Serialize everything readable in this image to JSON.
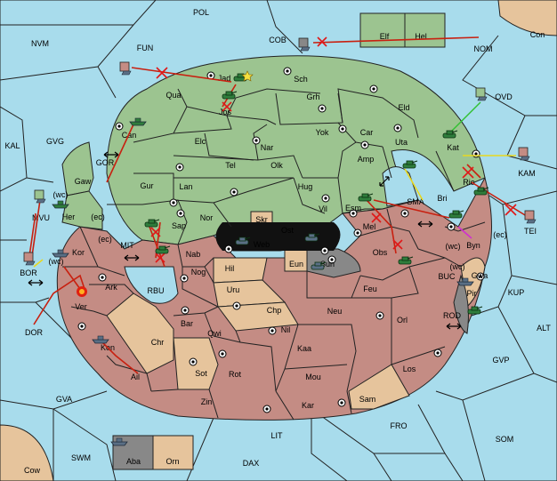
{
  "map_title": "",
  "regions": {
    "sea": [
      {
        "id": "POL",
        "label": "POL"
      },
      {
        "id": "NVM",
        "label": "NVM"
      },
      {
        "id": "FUN",
        "label": "FUN"
      },
      {
        "id": "COB",
        "label": "COB"
      },
      {
        "id": "NOM",
        "label": "NOM"
      },
      {
        "id": "OVD",
        "label": "OVD"
      },
      {
        "id": "KAL",
        "label": "KAL"
      },
      {
        "id": "GVG",
        "label": "GVG"
      },
      {
        "id": "GOR",
        "label": "GOR"
      },
      {
        "id": "KAM",
        "label": "KAM"
      },
      {
        "id": "SMA",
        "label": "SMA"
      },
      {
        "id": "TEI",
        "label": "TEI"
      },
      {
        "id": "MVU",
        "label": "MVU"
      },
      {
        "id": "MIT",
        "label": "MIT"
      },
      {
        "id": "BOR",
        "label": "BOR"
      },
      {
        "id": "RBU",
        "label": "RBU"
      },
      {
        "id": "BUC",
        "label": "BUC"
      },
      {
        "id": "KUP",
        "label": "KUP"
      },
      {
        "id": "DOR",
        "label": "DOR"
      },
      {
        "id": "ROD",
        "label": "ROD"
      },
      {
        "id": "ALT",
        "label": "ALT"
      },
      {
        "id": "GVP",
        "label": "GVP"
      },
      {
        "id": "GVA",
        "label": "GVA"
      },
      {
        "id": "FRO",
        "label": "FRO"
      },
      {
        "id": "SOM",
        "label": "SOM"
      },
      {
        "id": "LIT",
        "label": "LIT"
      },
      {
        "id": "SWM",
        "label": "SWM"
      },
      {
        "id": "DAX",
        "label": "DAX"
      }
    ],
    "land": [
      {
        "id": "Con",
        "label": "Con"
      },
      {
        "id": "Elf",
        "label": "Elf"
      },
      {
        "id": "Hel",
        "label": "Hel"
      },
      {
        "id": "Jad",
        "label": "Jad"
      },
      {
        "id": "Sch",
        "label": "Sch"
      },
      {
        "id": "Qua",
        "label": "Qua"
      },
      {
        "id": "Jos",
        "label": "Jos"
      },
      {
        "id": "Grh",
        "label": "Grh"
      },
      {
        "id": "Eld",
        "label": "Eld"
      },
      {
        "id": "Can",
        "label": "Can"
      },
      {
        "id": "Yok",
        "label": "Yok"
      },
      {
        "id": "Car",
        "label": "Car"
      },
      {
        "id": "Elc",
        "label": "Elc"
      },
      {
        "id": "Nar",
        "label": "Nar"
      },
      {
        "id": "Uta",
        "label": "Uta"
      },
      {
        "id": "Kat",
        "label": "Kat"
      },
      {
        "id": "Tel",
        "label": "Tel"
      },
      {
        "id": "Olk",
        "label": "Olk"
      },
      {
        "id": "Amp",
        "label": "Amp"
      },
      {
        "id": "Gaw",
        "label": "Gaw"
      },
      {
        "id": "Gur",
        "label": "Gur"
      },
      {
        "id": "Lan",
        "label": "Lan"
      },
      {
        "id": "Hug",
        "label": "Hug"
      },
      {
        "id": "Rie",
        "label": "Rie"
      },
      {
        "id": "Bri",
        "label": "Bri"
      },
      {
        "id": "Her",
        "label": "Her"
      },
      {
        "id": "Nor",
        "label": "Nor"
      },
      {
        "id": "Vil",
        "label": "Vil"
      },
      {
        "id": "Esm",
        "label": "Esm"
      },
      {
        "id": "Sap",
        "label": "Sap"
      },
      {
        "id": "Skr",
        "label": "Skr"
      },
      {
        "id": "Ost",
        "label": "Ost"
      },
      {
        "id": "Web",
        "label": "Web"
      },
      {
        "id": "Mel",
        "label": "Mel"
      },
      {
        "id": "Byn",
        "label": "Byn"
      },
      {
        "id": "Kor",
        "label": "Kor"
      },
      {
        "id": "Nab",
        "label": "Nab"
      },
      {
        "id": "Obs",
        "label": "Obs"
      },
      {
        "id": "Eun",
        "label": "Eun"
      },
      {
        "id": "Sun",
        "label": "Sun"
      },
      {
        "id": "Hil",
        "label": "Hil"
      },
      {
        "id": "Nog",
        "label": "Nog"
      },
      {
        "id": "Gwa",
        "label": "Gwa"
      },
      {
        "id": "Ark",
        "label": "Ark"
      },
      {
        "id": "Uru",
        "label": "Uru"
      },
      {
        "id": "Feu",
        "label": "Feu"
      },
      {
        "id": "Pir",
        "label": "Pir"
      },
      {
        "id": "Ver",
        "label": "Ver"
      },
      {
        "id": "Chp",
        "label": "Chp"
      },
      {
        "id": "Neu",
        "label": "Neu"
      },
      {
        "id": "Bar",
        "label": "Bar"
      },
      {
        "id": "Orl",
        "label": "Orl"
      },
      {
        "id": "Qwi",
        "label": "Qwi"
      },
      {
        "id": "Nil",
        "label": "Nil"
      },
      {
        "id": "Chr",
        "label": "Chr"
      },
      {
        "id": "Ken",
        "label": "Ken"
      },
      {
        "id": "Kaa",
        "label": "Kaa"
      },
      {
        "id": "Los",
        "label": "Los"
      },
      {
        "id": "Sot",
        "label": "Sot"
      },
      {
        "id": "Rot",
        "label": "Rot"
      },
      {
        "id": "Mou",
        "label": "Mou"
      },
      {
        "id": "Ail",
        "label": "Ail"
      },
      {
        "id": "Sam",
        "label": "Sam"
      },
      {
        "id": "Zin",
        "label": "Zin"
      },
      {
        "id": "Kar",
        "label": "Kar"
      },
      {
        "id": "Aba",
        "label": "Aba"
      },
      {
        "id": "Orn",
        "label": "Orn"
      },
      {
        "id": "Cow",
        "label": "Cow"
      }
    ]
  },
  "coast_labels": [
    {
      "id": "her-wc",
      "text": "(wc)"
    },
    {
      "id": "her-ec",
      "text": "(ec)"
    },
    {
      "id": "kor-ec",
      "text": "(ec)"
    },
    {
      "id": "kor-wc",
      "text": "(wc)"
    },
    {
      "id": "byn-wc",
      "text": "(wc)"
    },
    {
      "id": "byn-ec",
      "text": "(ec)"
    },
    {
      "id": "gwa-wc",
      "text": "(wc)"
    }
  ],
  "colors": {
    "sea": "#a8dcec",
    "power_green": "#9cc490",
    "power_rose": "#c48c84",
    "neutral_tan": "#e6c49c",
    "power_grey": "#888888",
    "move_arrow": "#c82010",
    "support_arrow": "#e8d820",
    "convoy_arrow": "#d030d0"
  },
  "icons": {
    "supply_center": "target-dot-icon",
    "army": "tank-icon",
    "fleet": "ship-icon",
    "double_arrow": "double-arrow-icon",
    "dislodged": "explosion-icon",
    "failed_order": "cross-icon"
  },
  "units": [
    {
      "type": "fleet",
      "power": "rose",
      "at": "Fun"
    },
    {
      "type": "fleet",
      "power": "grey",
      "at": "Cob"
    },
    {
      "type": "army",
      "power": "green",
      "at": "Jad"
    },
    {
      "type": "army",
      "power": "green",
      "at": "Jos"
    },
    {
      "type": "fleet",
      "power": "green",
      "at": "Can"
    },
    {
      "type": "fleet",
      "power": "green",
      "at": "Ovd"
    },
    {
      "type": "army",
      "power": "green",
      "at": "Kat"
    },
    {
      "type": "fleet",
      "power": "rose",
      "at": "Kam"
    },
    {
      "type": "army",
      "power": "green",
      "at": "Uta"
    },
    {
      "type": "army",
      "power": "green",
      "at": "Rie"
    },
    {
      "type": "fleet",
      "power": "green",
      "at": "Mvu"
    },
    {
      "type": "fleet",
      "power": "green",
      "at": "Gor"
    },
    {
      "type": "army",
      "power": "green",
      "at": "Sap"
    },
    {
      "type": "army",
      "power": "green",
      "at": "Nab"
    },
    {
      "type": "army",
      "power": "green",
      "at": "Esm"
    },
    {
      "type": "army",
      "power": "green",
      "at": "Bri"
    },
    {
      "type": "fleet",
      "power": "rose",
      "at": "Tei"
    },
    {
      "type": "army",
      "power": "grey",
      "at": "Web"
    },
    {
      "type": "army",
      "power": "grey",
      "at": "Ost"
    },
    {
      "type": "army",
      "power": "grey",
      "at": "Sun"
    },
    {
      "type": "army",
      "power": "green",
      "at": "Obs"
    },
    {
      "type": "fleet",
      "power": "grey",
      "at": "Kor"
    },
    {
      "type": "fleet",
      "power": "rose",
      "at": "Bor"
    },
    {
      "type": "fleet",
      "power": "grey",
      "at": "Ken"
    },
    {
      "type": "fleet",
      "power": "grey",
      "at": "Pir"
    },
    {
      "type": "army",
      "power": "green",
      "at": "Pir-south"
    },
    {
      "type": "fleet",
      "power": "grey",
      "at": "Aba"
    }
  ]
}
